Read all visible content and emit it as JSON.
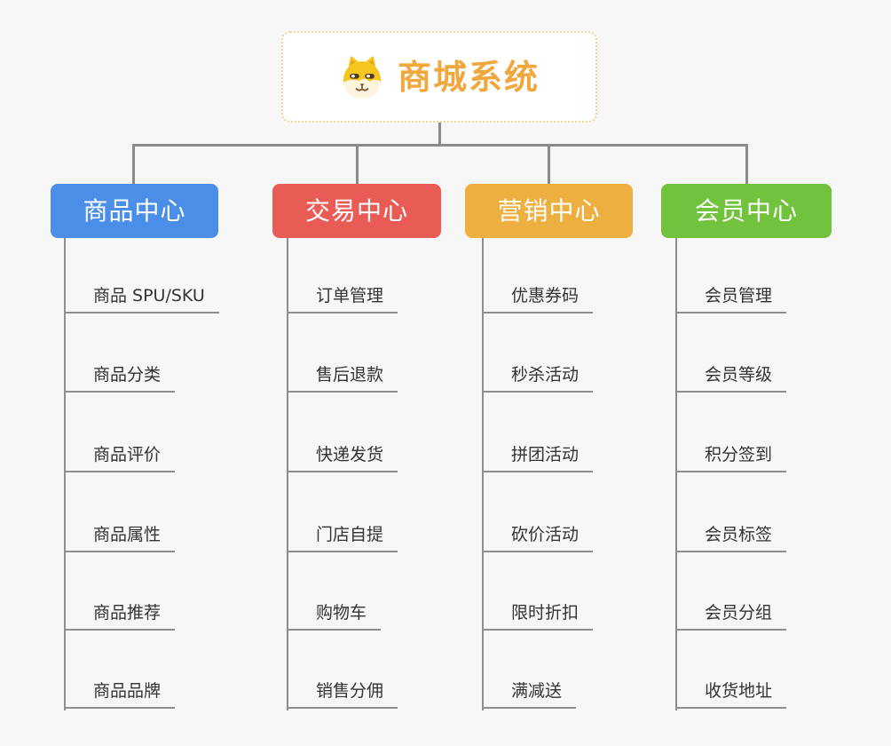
{
  "root": {
    "title": "商城系统",
    "icon": "dog-icon",
    "title_color": "#f0a83e",
    "border_color": "#f6d292"
  },
  "branches": [
    {
      "label": "商品中心",
      "color": "#4a8ee8",
      "children": [
        "商品 SPU/SKU",
        "商品分类",
        "商品评价",
        "商品属性",
        "商品推荐",
        "商品品牌"
      ]
    },
    {
      "label": "交易中心",
      "color": "#e95c55",
      "children": [
        "订单管理",
        "售后退款",
        "快递发货",
        "门店自提",
        "购物车",
        "销售分佣"
      ]
    },
    {
      "label": "营销中心",
      "color": "#edaf3f",
      "children": [
        "优惠券码",
        "秒杀活动",
        "拼团活动",
        "砍价活动",
        "限时折扣",
        "满减送"
      ]
    },
    {
      "label": "会员中心",
      "color": "#71c23d",
      "children": [
        "会员管理",
        "会员等级",
        "积分签到",
        "会员标签",
        "会员分组",
        "收货地址"
      ]
    }
  ],
  "colors": {
    "background": "#f7f7f7",
    "connector": "#8b8b8b",
    "leaf_text": "#333333"
  }
}
